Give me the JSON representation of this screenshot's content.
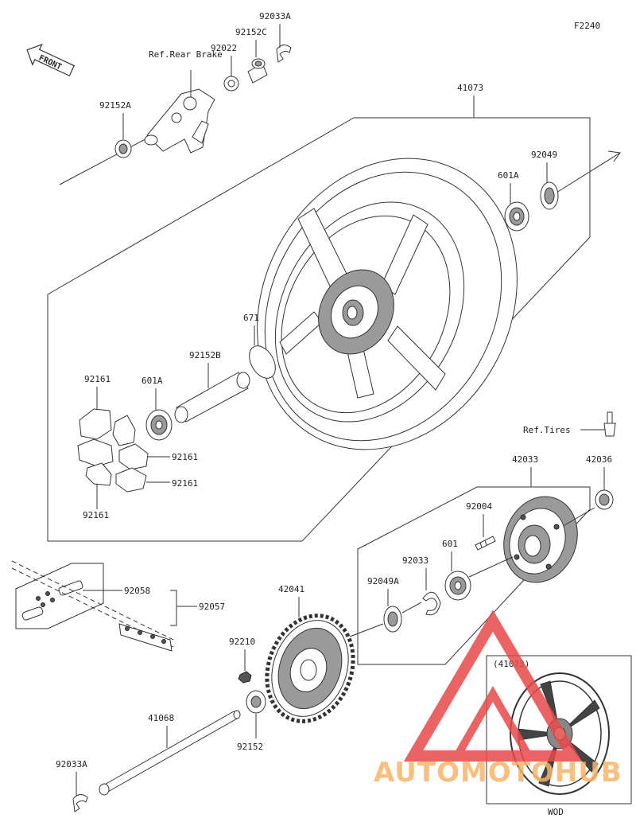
{
  "figure_code": "F2240",
  "front_label": "FRONT",
  "ref_labels": {
    "rear_brake": "Ref.Rear Brake",
    "tires": "Ref.Tires"
  },
  "parts": {
    "p92033A_top": "92033A",
    "p92152C": "92152C",
    "p92022": "92022",
    "p92152A": "92152A",
    "p41073": "41073",
    "p92049": "92049",
    "p601A_right": "601A",
    "p671": "671",
    "p92152B": "92152B",
    "p92161_a": "92161",
    "p601A_left": "601A",
    "p92161_b": "92161",
    "p92161_c": "92161",
    "p92161_d": "92161",
    "p42033": "42033",
    "p42036": "42036",
    "p92004": "92004",
    "p601": "601",
    "p92033": "92033",
    "p92049A": "92049A",
    "p42041": "42041",
    "p92058": "92058",
    "p92057": "92057",
    "p92210": "92210",
    "p41068": "41068",
    "p92152": "92152",
    "p92033A_bottom": "92033A"
  },
  "inset": {
    "part": "(41073)",
    "caption": "WOD"
  },
  "watermark": {
    "text": "AUTOMOTOHUB",
    "color_orange": "#f7b469",
    "color_red": "#e84a4a"
  }
}
